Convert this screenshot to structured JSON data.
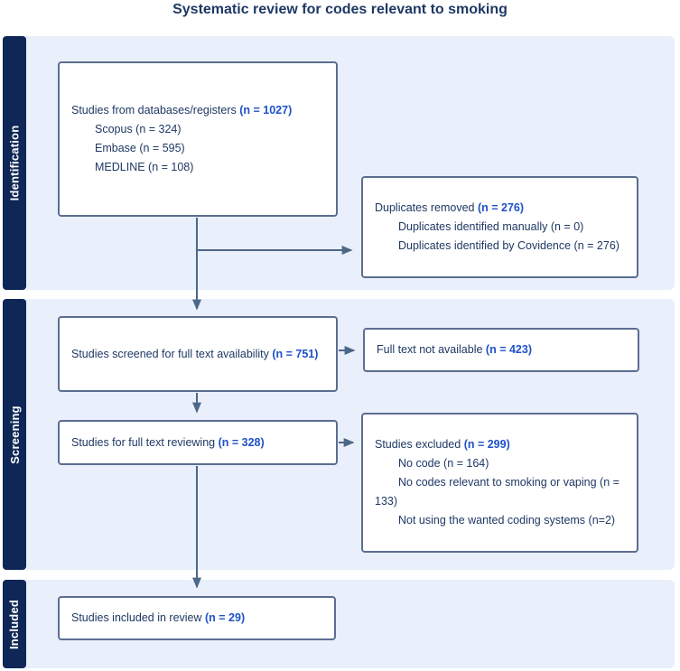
{
  "title": "Systematic review for codes relevant to smoking",
  "colors": {
    "navy_bar": "#0e2757",
    "text_navy": "#1f3864",
    "count_blue": "#1e51c8",
    "panel_blue": "#e9effb",
    "box_border": "#5b6e90",
    "arrow": "#4d6787"
  },
  "sections": [
    {
      "label": "Identification"
    },
    {
      "label": "Screening"
    },
    {
      "label": "Included"
    }
  ],
  "boxes": {
    "databases": {
      "main": "Studies from databases/registers",
      "n": "(n = 1027)",
      "items": [
        "Scopus (n = 324)",
        "Embase (n = 595)",
        "MEDLINE (n = 108)"
      ]
    },
    "duplicates": {
      "main": "Duplicates removed",
      "n": "(n = 276)",
      "items": [
        "Duplicates identified manually (n = 0)",
        "Duplicates identified by Covidence (n = 276)"
      ]
    },
    "screened": {
      "main": "Studies screened for full text availability",
      "n": "(n = 751)"
    },
    "fulltext_na": {
      "main": "Full text not available",
      "n": "(n = 423)"
    },
    "reviewing": {
      "main": "Studies for full text reviewing",
      "n": "(n = 328)"
    },
    "excluded": {
      "main": "Studies excluded",
      "n": "(n = 299)",
      "items": [
        "No code (n = 164)",
        "No codes relevant to smoking or vaping (n = 133)",
        "Not using the wanted coding systems (n=2)"
      ]
    },
    "included": {
      "main": "Studies included in review",
      "n": "(n = 29)"
    }
  }
}
